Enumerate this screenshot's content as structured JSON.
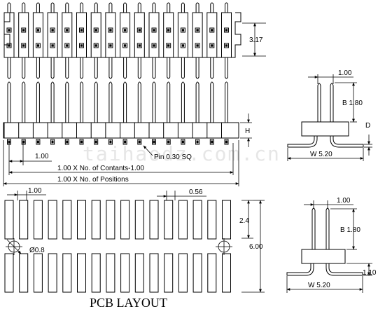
{
  "watermark": "taihaodz.com.cn",
  "top_view": {
    "pin_count": 16,
    "dim_row_pitch": "3.17",
    "dim_height": "H",
    "dim_pitch": "1.00",
    "pin_note": "Pin 0.30 SQ",
    "dim_contacts": "1.00 X No. of Contants-1.00",
    "dim_positions": "1.00 X No. of Positions"
  },
  "side_view_top": {
    "dim_pitch": "1.00",
    "dim_b": "B 1.80",
    "dim_d": "D",
    "dim_w": "W 5.20"
  },
  "pcb_layout": {
    "pad_count": 16,
    "dim_pitch": "1.00",
    "dim_pad_width": "0.56",
    "dim_pad_length": "2.4",
    "dim_overall": "6.00",
    "dim_hole": "Ø0.8",
    "title": "PCB LAYOUT"
  },
  "side_view_bottom": {
    "dim_pitch": "1.00",
    "dim_b": "B 1.80",
    "dim_standoff": "1.10",
    "dim_w": "W 5.20"
  }
}
